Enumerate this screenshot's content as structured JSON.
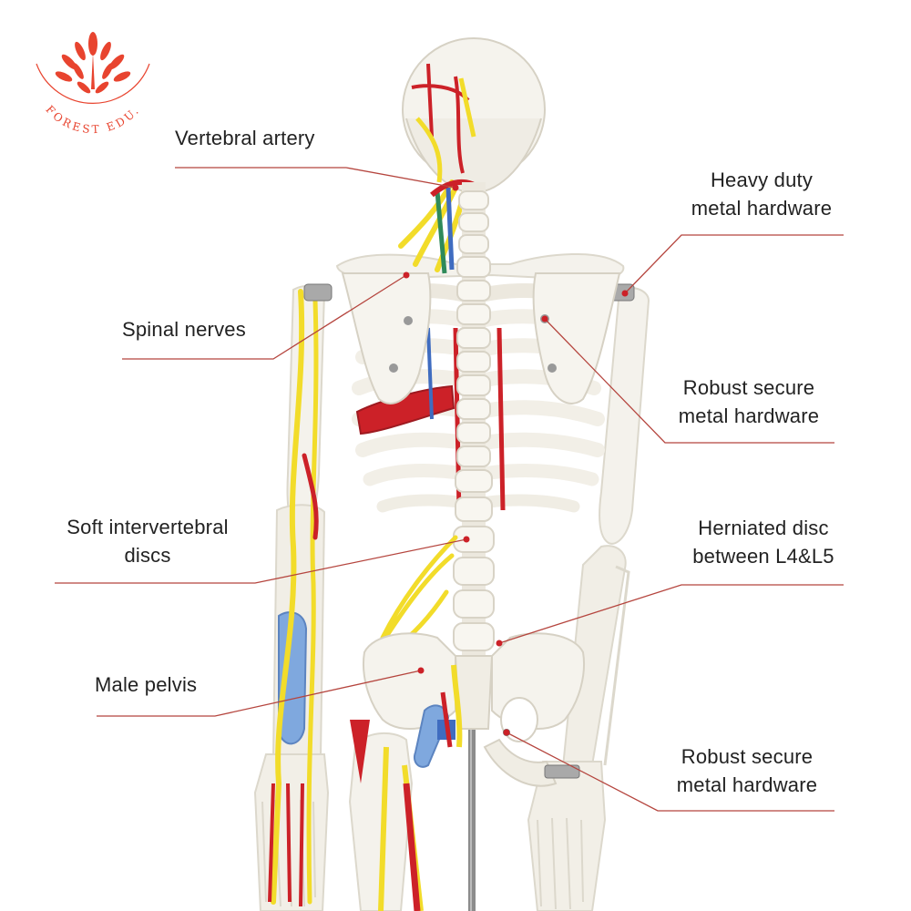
{
  "brand": {
    "logo_text": "FOREST EDU.",
    "accent_color": "#e8442f"
  },
  "colors": {
    "leader_line": "#b5453e",
    "bone": "#f4f2ec",
    "bone_shade": "#dcd8cc",
    "nerve": "#f2dc2a",
    "artery": "#cc2128",
    "vein": "#3f6cc0",
    "disc": "#7fa8de",
    "stand": "#8a8a8a"
  },
  "callouts": {
    "vertebral_artery": {
      "lines": [
        "Vertebral artery"
      ]
    },
    "heavy_duty": {
      "lines": [
        "Heavy duty",
        "metal hardware"
      ]
    },
    "spinal_nerves": {
      "lines": [
        "Spinal nerves"
      ]
    },
    "robust_upper": {
      "lines": [
        "Robust secure",
        "metal hardware"
      ]
    },
    "soft_discs": {
      "lines": [
        "Soft intervertebral",
        "discs"
      ]
    },
    "herniated": {
      "lines": [
        "Herniated disc",
        "between L4&L5"
      ]
    },
    "male_pelvis": {
      "lines": [
        "Male pelvis"
      ]
    },
    "robust_lower": {
      "lines": [
        "Robust secure",
        "metal hardware"
      ]
    }
  }
}
